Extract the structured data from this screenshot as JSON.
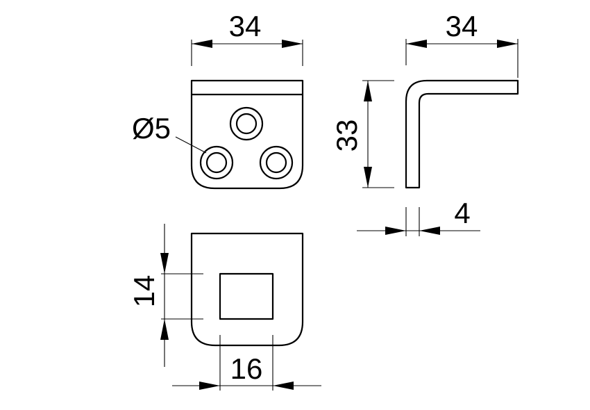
{
  "dimensions": {
    "top_view_width": "34",
    "side_view_width": "34",
    "side_view_height": "33",
    "thickness": "4",
    "hole_diameter": "Ø5",
    "slot_height": "14",
    "slot_width": "16"
  }
}
